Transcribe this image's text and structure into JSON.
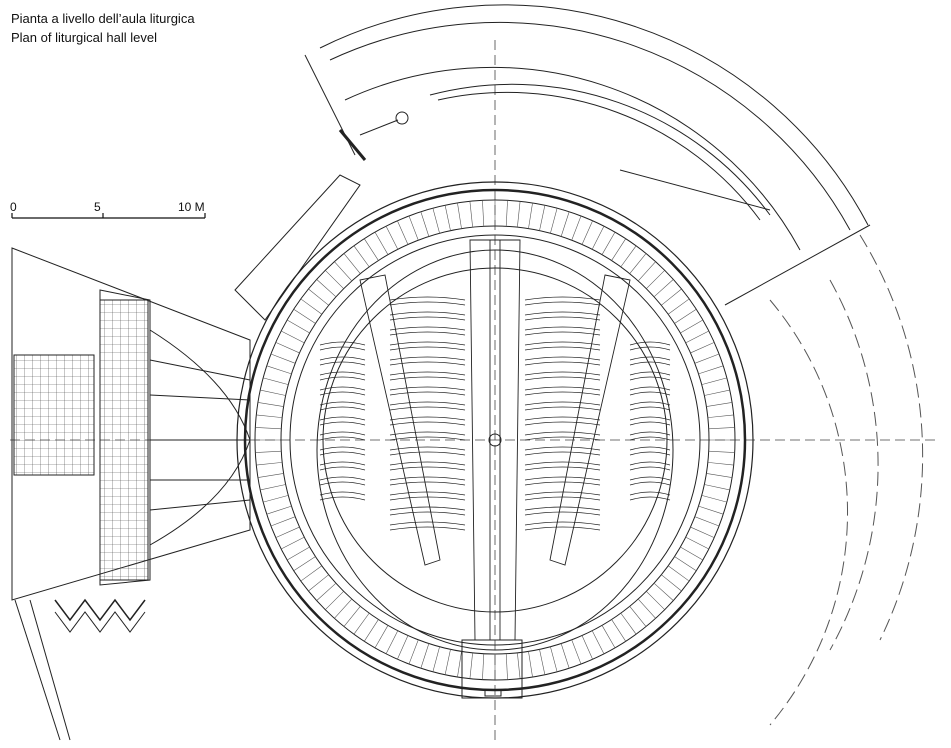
{
  "caption": {
    "title_it": "Pianta a livello dell’aula liturgica",
    "title_en": "Plan of liturgical hall level"
  },
  "scale": {
    "labels": [
      "0",
      "5",
      "10 M"
    ]
  },
  "plan": {
    "line_color": "#222222",
    "hatch_color": "#555555",
    "axis_color": "#444444"
  }
}
